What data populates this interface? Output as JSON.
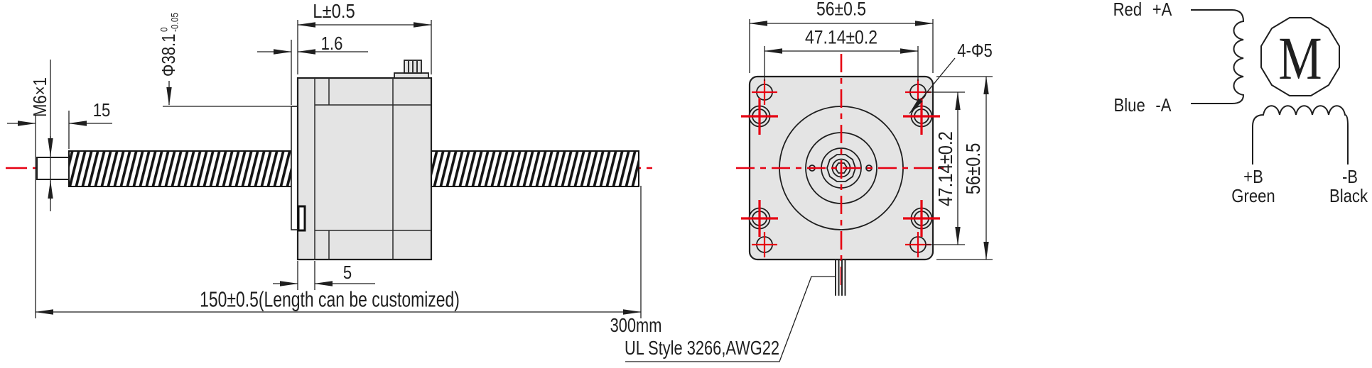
{
  "colors": {
    "accent_red": "#e60012",
    "body_fill": "#e4e4e4",
    "line": "#1f1f1f"
  },
  "side_view": {
    "shaft_thread_label": "M6×1",
    "shaft_tip_length": "15",
    "pilot_diameter": "Φ38.1",
    "pilot_tol_upper": "0",
    "pilot_tol_lower": "-0.05",
    "body_length": "L±0.5",
    "pilot_height": "1.6",
    "flange_thickness": "5",
    "screw_length": "150±0.5(Length can be customized)",
    "lead_wire_length": "300mm",
    "lead_wire_spec": "UL Style 3266,AWG22"
  },
  "front_view": {
    "width": "56±0.5",
    "hole_spacing_h": "47.14±0.2",
    "mounting_holes": "4-Φ5",
    "hole_spacing_v": "47.14±0.2",
    "height": "56±0.5"
  },
  "wiring_diagram": {
    "phase_a_positive": "Red +A",
    "phase_a_negative": "Blue -A",
    "motor_symbol": "M",
    "phase_b_positive": "+B",
    "phase_b_positive_color": "Green",
    "phase_b_negative": "-B",
    "phase_b_negative_color": "Black"
  }
}
